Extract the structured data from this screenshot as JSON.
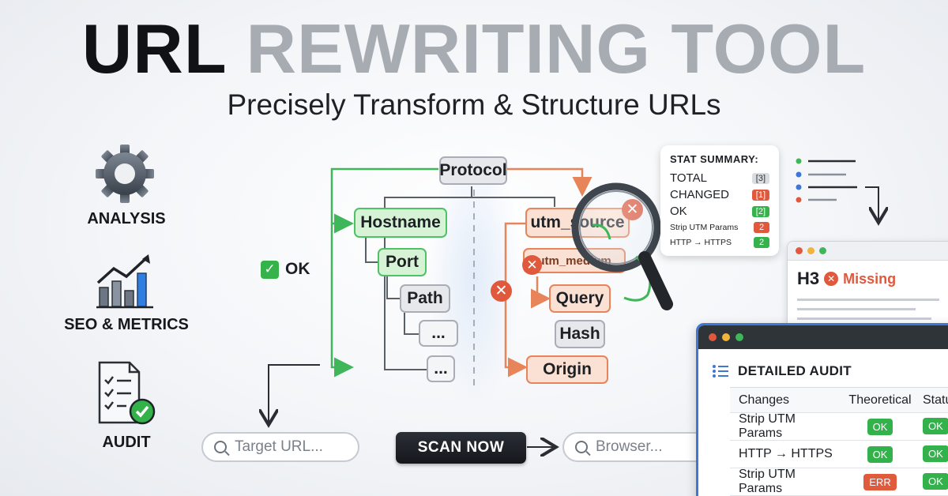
{
  "title": {
    "part1": "URL",
    "part2": "REWRITING TOOL"
  },
  "subtitle": "Precisely Transform & Structure URLs",
  "left_panel": {
    "items": [
      {
        "label": "ANALYSIS",
        "icon": "gear-icon"
      },
      {
        "label": "SEO & METRICS",
        "icon": "bar-chart-icon"
      },
      {
        "label": "AUDIT",
        "icon": "checklist-icon"
      }
    ]
  },
  "ok_badge": {
    "label": "OK"
  },
  "tree": {
    "root": "Protocol",
    "green_nodes": [
      "Hostname",
      "Port"
    ],
    "gray_nodes": [
      "Path",
      "...",
      "..."
    ],
    "orange_nodes": [
      "utm_source",
      "utm_medium",
      "Query",
      "Origin"
    ],
    "neutral_nodes": [
      "Hash"
    ]
  },
  "search": {
    "target_placeholder": "Target URL...",
    "browser_placeholder": "Browser..."
  },
  "scan_button": "SCAN NOW",
  "stat_summary": {
    "title": "STAT SUMMARY:",
    "rows": [
      {
        "label": "TOTAL",
        "value": "[3]",
        "color": "gray"
      },
      {
        "label": "CHANGED",
        "value": "[1]",
        "color": "red"
      },
      {
        "label": "OK",
        "value": "[2]",
        "color": "green"
      },
      {
        "label": "Strip UTM Params",
        "value": "2",
        "color": "red"
      },
      {
        "label": "HTTP → HTTPS",
        "value": "2",
        "color": "green"
      }
    ]
  },
  "h3_window": {
    "tag": "H3",
    "status": "Missing"
  },
  "audit": {
    "title": "DETAILED AUDIT",
    "columns": [
      "Changes",
      "Theoretical",
      "Status"
    ],
    "rows": [
      {
        "change": "Strip UTM Params",
        "theoretical": "OK",
        "status": "OK"
      },
      {
        "change": "HTTP → HTTPS",
        "theoretical": "OK",
        "status": "OK"
      },
      {
        "change": "Strip UTM Params",
        "theoretical": "ERR",
        "status": "OK"
      }
    ]
  },
  "colors": {
    "green": "#35b34a",
    "orange": "#e8845a",
    "red": "#e0593d",
    "accent_blue": "#3d78d6"
  }
}
